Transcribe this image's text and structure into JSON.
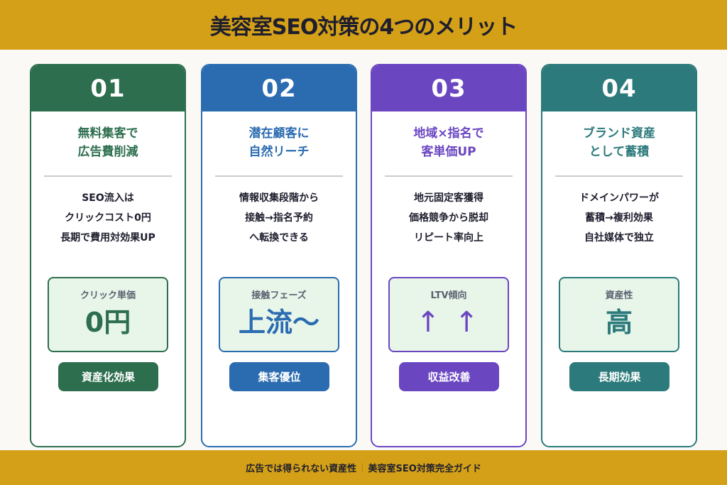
{
  "header": {
    "title": "美容室SEO対策の4つのメリット"
  },
  "footer": {
    "left": "広告では得られない資産性",
    "separator": "|",
    "right": "美容室SEO対策完全ガイド"
  },
  "colors": {
    "banner": "#d4a017",
    "card1": "#2d6e4e",
    "card2": "#2b6cb0",
    "card3": "#6b46c1",
    "card4": "#2c7a7b",
    "stat_bg": "#e8f5e9"
  },
  "cards": [
    {
      "number": "01",
      "title_line1": "無料集客で",
      "title_line2": "広告費削減",
      "desc": [
        "SEO流入は",
        "クリックコスト0円",
        "長期で費用対効果UP"
      ],
      "stat_label": "クリック単価",
      "stat_value": "0円",
      "badge": "資産化効果"
    },
    {
      "number": "02",
      "title_line1": "潜在顧客に",
      "title_line2": "自然リーチ",
      "desc": [
        "情報収集段階から",
        "接触→指名予約",
        "へ転換できる"
      ],
      "stat_label": "接触フェーズ",
      "stat_value": "上流〜",
      "badge": "集客優位"
    },
    {
      "number": "03",
      "title_line1": "地域×指名で",
      "title_line2": "客単価UP",
      "desc": [
        "地元固定客獲得",
        "価格競争から脱却",
        "リピート率向上"
      ],
      "stat_label": "LTV傾向",
      "stat_value": "↑ ↑",
      "badge": "収益改善"
    },
    {
      "number": "04",
      "title_line1": "ブランド資産",
      "title_line2": "として蓄積",
      "desc": [
        "ドメインパワーが",
        "蓄積→複利効果",
        "自社媒体で独立"
      ],
      "stat_label": "資産性",
      "stat_value": "高",
      "badge": "長期効果"
    }
  ]
}
